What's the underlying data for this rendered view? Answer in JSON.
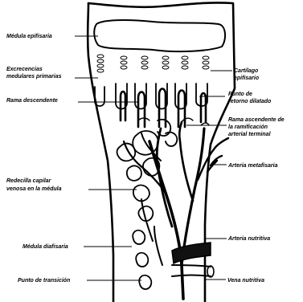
{
  "diagram": {
    "labels": {
      "epiphyseal_marrow": "Médula epifisaria",
      "primary_marrow_excrescences_1": "Excrecencias",
      "primary_marrow_excrescences_2": "medulares primarias",
      "descending_branch": "Rama descendente",
      "epiphyseal_cartilage_1": "Cartílago",
      "epiphyseal_cartilage_2": "epifisario",
      "dilated_return_point_1": "Punto de",
      "dilated_return_point_2": "retorno dilatado",
      "ascending_branch_1": "Rama ascendente de",
      "ascending_branch_2": "la ramificación",
      "ascending_branch_3": "arterial terminal",
      "metaphyseal_artery": "Arteria metafisaria",
      "venous_capillary_network_1": "Redecilla capilar",
      "venous_capillary_network_2": "venosa en la médula",
      "nutrient_artery": "Arteria nutritiva",
      "diaphyseal_marrow": "Médula diafisaria",
      "transition_point": "Punto de transición",
      "nutrient_vein": "Vena nutritiva"
    }
  }
}
